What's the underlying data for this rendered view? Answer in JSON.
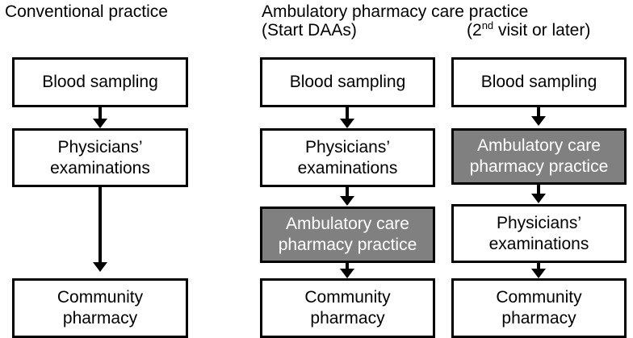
{
  "diagram": {
    "title_left": "Conventional practice",
    "title_right_main": "Ambulatory pharmacy care practice",
    "subtitle_middle": "(Start DAAs)",
    "subtitle_right_open": "(2",
    "subtitle_right_sup": "nd",
    "subtitle_right_rest": " visit or later)",
    "accent_gray": "#808080",
    "line_color": "#000000",
    "columns": [
      {
        "id": "conventional",
        "header": "Conventional practice",
        "nodes": [
          {
            "label": "Blood sampling",
            "highlight": false
          },
          {
            "label": "Physicians’ examinations",
            "highlight": false
          },
          {
            "label": "Community pharmacy",
            "highlight": false
          }
        ]
      },
      {
        "id": "start-daa",
        "header": "(Start DAAs)",
        "nodes": [
          {
            "label": "Blood sampling",
            "highlight": false
          },
          {
            "label": "Physicians’ examinations",
            "highlight": false
          },
          {
            "label": "Ambulatory care pharmacy practice",
            "highlight": true
          },
          {
            "label": "Community pharmacy",
            "highlight": false
          }
        ]
      },
      {
        "id": "second-visit",
        "header": "(2nd visit or later)",
        "nodes": [
          {
            "label": "Blood sampling",
            "highlight": false
          },
          {
            "label": "Ambulatory care pharmacy practice",
            "highlight": true
          },
          {
            "label": "Physicians’ examinations",
            "highlight": false
          },
          {
            "label": "Community pharmacy",
            "highlight": false
          }
        ]
      }
    ],
    "node_text": {
      "blood_sampling": "Blood sampling",
      "physicians_line1": "Physicians’",
      "physicians_line2": "examinations",
      "ambulatory_line1": "Ambulatory care",
      "ambulatory_line2": "pharmacy practice",
      "community_line1": "Community",
      "community_line2": "pharmacy"
    }
  }
}
